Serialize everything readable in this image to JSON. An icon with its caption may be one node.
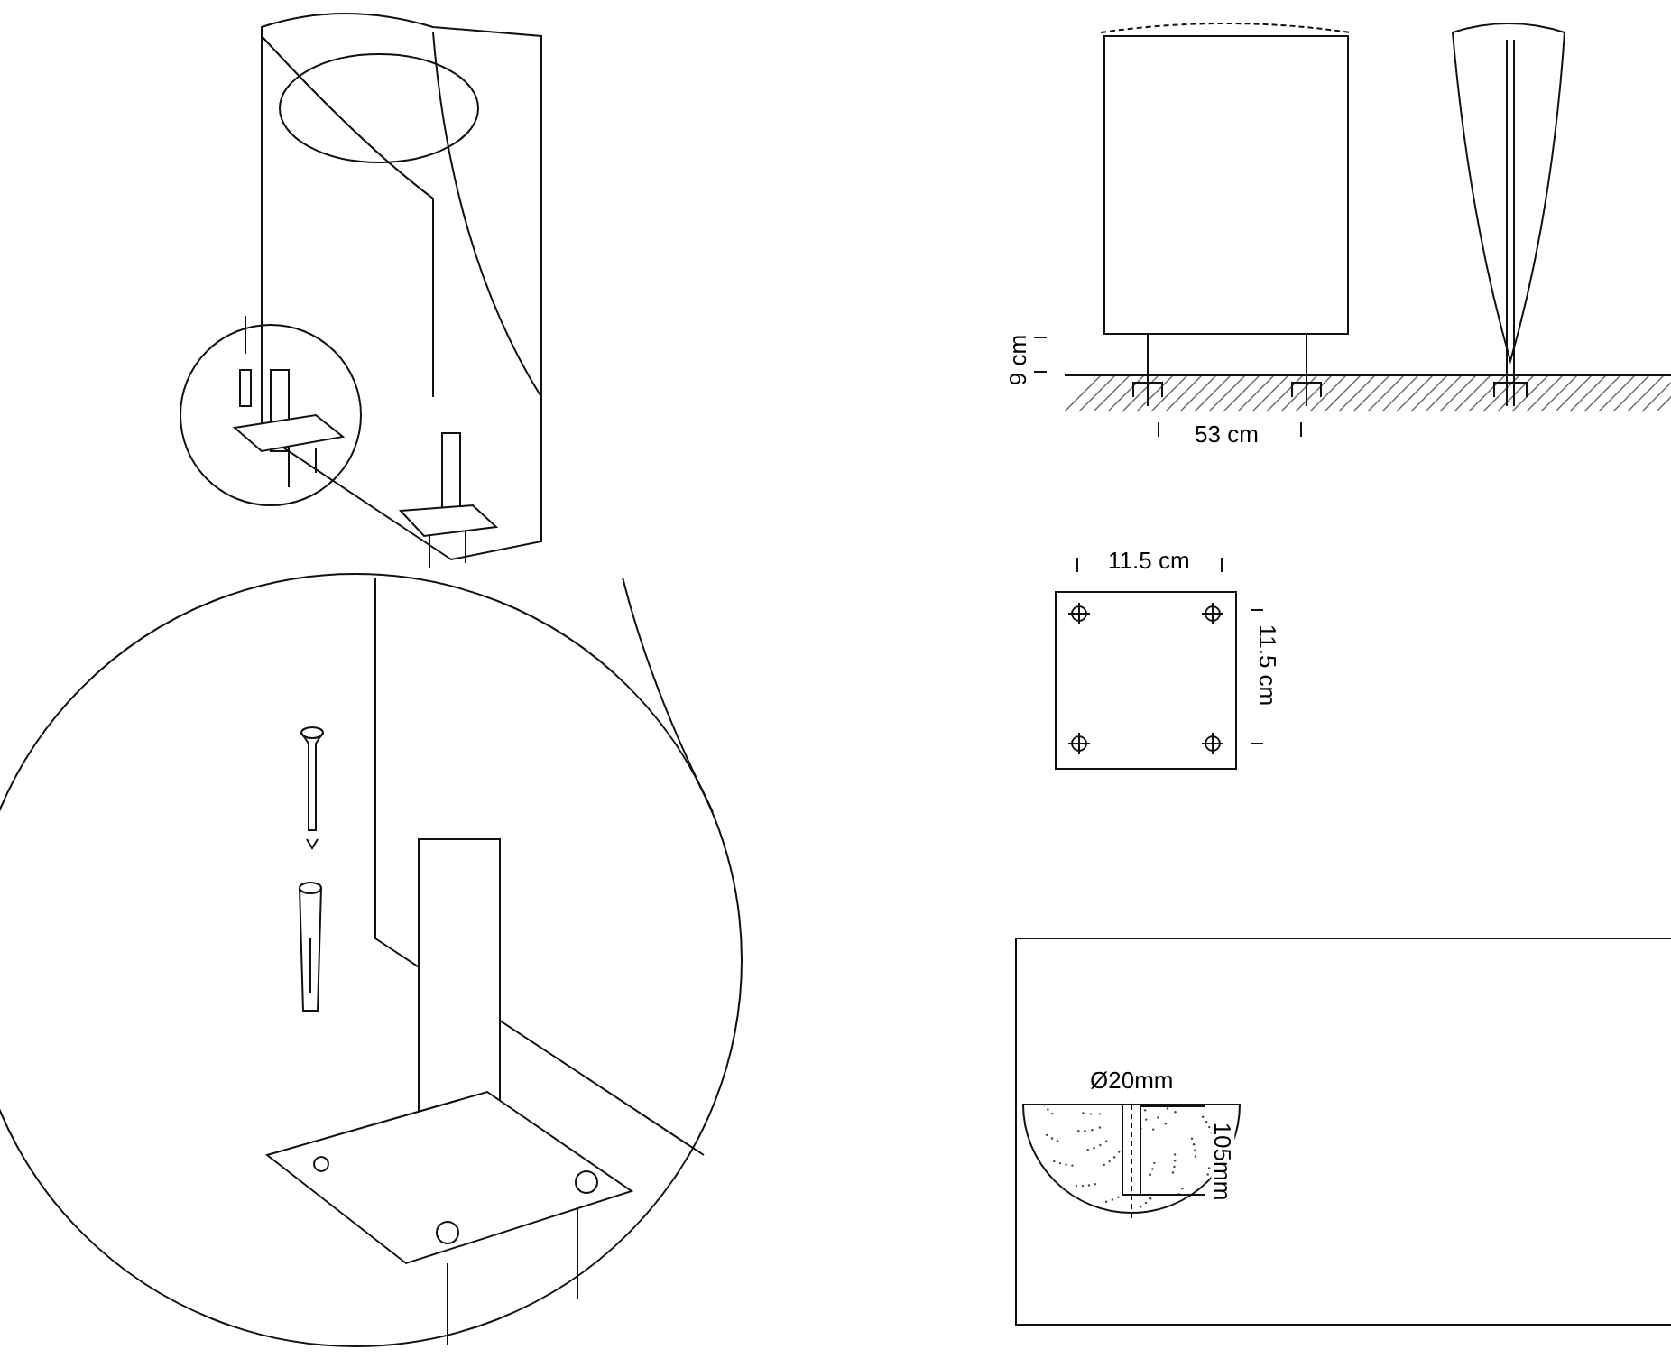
{
  "diagram": {
    "labels": [
      "9 cm",
      "53 cm",
      "11.5 cm",
      "11.5 cm",
      "Ø20mm",
      "105mm"
    ]
  }
}
